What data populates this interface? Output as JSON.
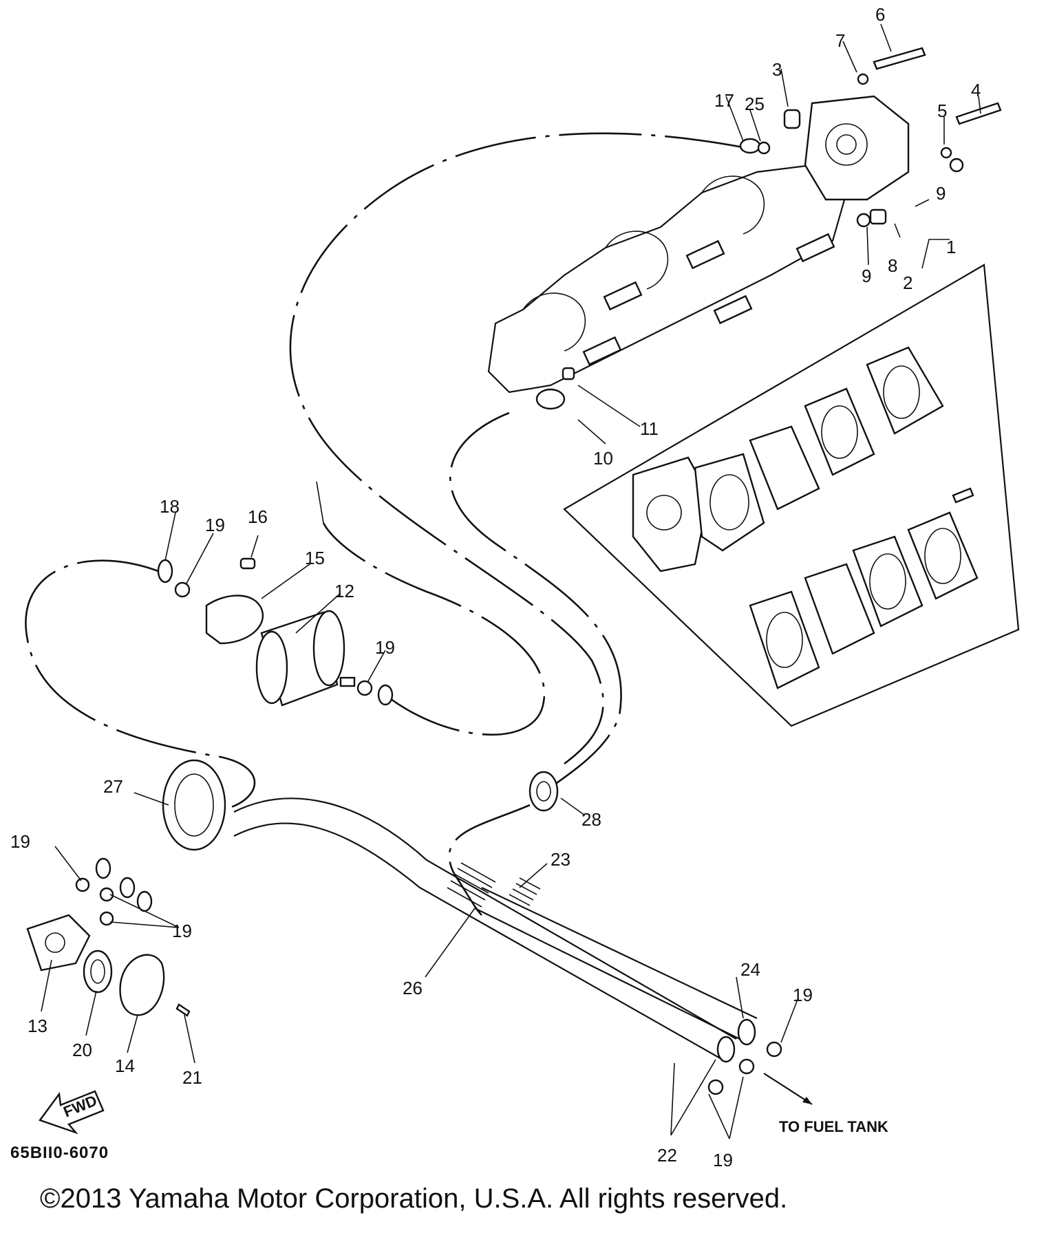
{
  "diagram": {
    "callouts": [
      {
        "id": "c1",
        "text": "1"
      },
      {
        "id": "c2",
        "text": "2"
      },
      {
        "id": "c3",
        "text": "3"
      },
      {
        "id": "c4",
        "text": "4"
      },
      {
        "id": "c5",
        "text": "5"
      },
      {
        "id": "c6",
        "text": "6"
      },
      {
        "id": "c7",
        "text": "7"
      },
      {
        "id": "c8",
        "text": "8"
      },
      {
        "id": "c9a",
        "text": "9"
      },
      {
        "id": "c9b",
        "text": "9"
      },
      {
        "id": "c10",
        "text": "10"
      },
      {
        "id": "c11",
        "text": "11"
      },
      {
        "id": "c12",
        "text": "12"
      },
      {
        "id": "c13",
        "text": "13"
      },
      {
        "id": "c14",
        "text": "14"
      },
      {
        "id": "c15",
        "text": "15"
      },
      {
        "id": "c16",
        "text": "16"
      },
      {
        "id": "c17",
        "text": "17"
      },
      {
        "id": "c18",
        "text": "18"
      },
      {
        "id": "c19a",
        "text": "19"
      },
      {
        "id": "c19b",
        "text": "19"
      },
      {
        "id": "c19c",
        "text": "19"
      },
      {
        "id": "c19d",
        "text": "19"
      },
      {
        "id": "c19e",
        "text": "19"
      },
      {
        "id": "c19f",
        "text": "19"
      },
      {
        "id": "c20",
        "text": "20"
      },
      {
        "id": "c21",
        "text": "21"
      },
      {
        "id": "c22",
        "text": "22"
      },
      {
        "id": "c23",
        "text": "23"
      },
      {
        "id": "c24",
        "text": "24"
      },
      {
        "id": "c25",
        "text": "25"
      },
      {
        "id": "c26",
        "text": "26"
      },
      {
        "id": "c27",
        "text": "27"
      },
      {
        "id": "c28",
        "text": "28"
      }
    ],
    "to_fuel_tank": "TO FUEL TANK",
    "fwd_arrow": "FWD",
    "part_code": "65BII0-6070"
  },
  "copyright": "©2013 Yamaha Motor Corporation, U.S.A. All rights reserved."
}
